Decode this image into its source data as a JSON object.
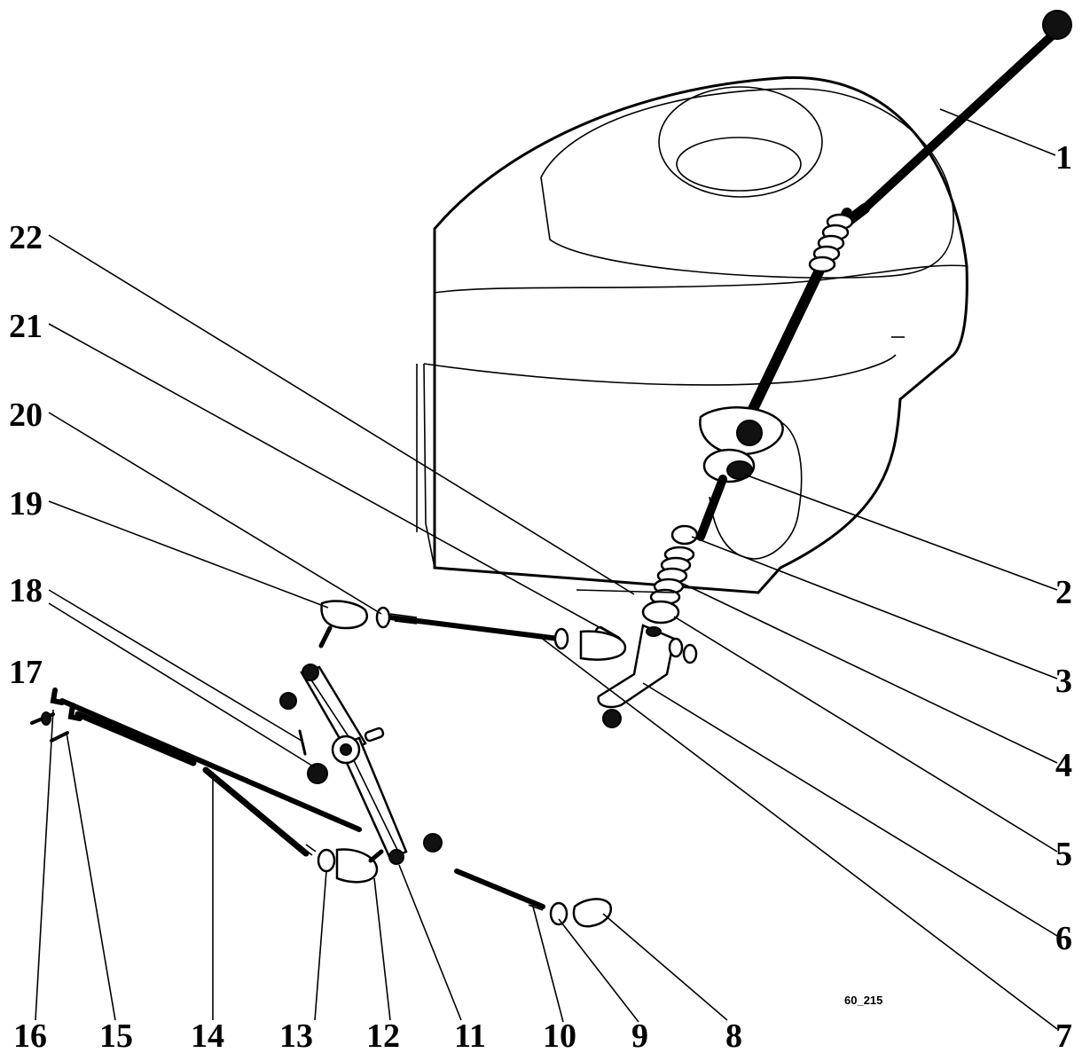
{
  "figure": {
    "reference_code": "60_215",
    "callouts": [
      "1",
      "2",
      "3",
      "4",
      "5",
      "6",
      "7",
      "8",
      "9",
      "10",
      "11",
      "12",
      "13",
      "14",
      "15",
      "16",
      "17",
      "18",
      "19",
      "20",
      "21",
      "22"
    ]
  },
  "colors": {
    "ink": "#000000",
    "paper": "#ffffff"
  }
}
